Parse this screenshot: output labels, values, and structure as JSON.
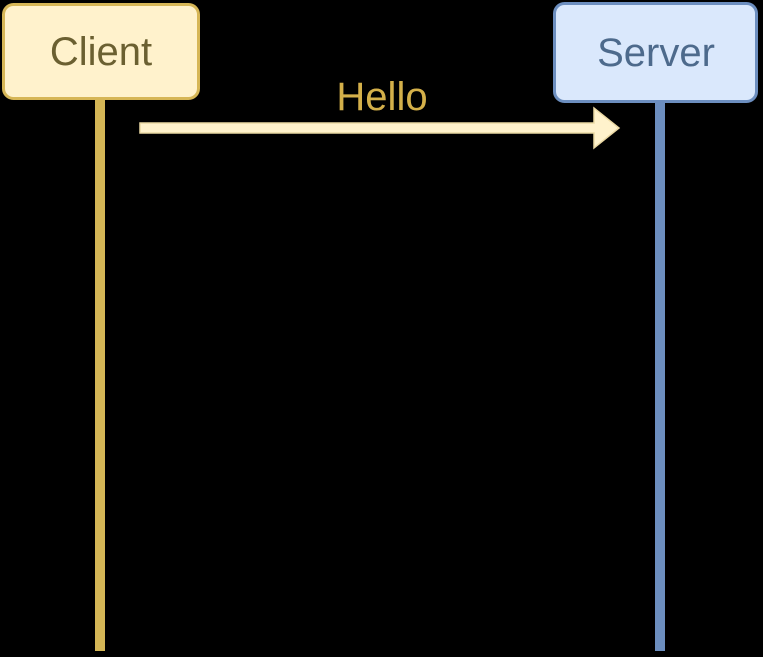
{
  "diagram": {
    "type": "sequence-diagram",
    "background_color": "#000000",
    "participants": [
      {
        "id": "client",
        "label": "Client",
        "fill": "#FFF2CC",
        "stroke": "#D6B656",
        "text_color": "#6B6031",
        "lifeline_color": "#D4B656"
      },
      {
        "id": "server",
        "label": "Server",
        "fill": "#DAE8FC",
        "stroke": "#6C8EBF",
        "text_color": "#4D6A8C",
        "lifeline_color": "#6C8EBF"
      }
    ],
    "messages": [
      {
        "label": "Hello",
        "from": "Client",
        "to": "Server",
        "label_color": "#D4B04A",
        "arrow_fill": "#FFF2CC",
        "arrow_stroke": "#EBD9A4"
      }
    ]
  }
}
